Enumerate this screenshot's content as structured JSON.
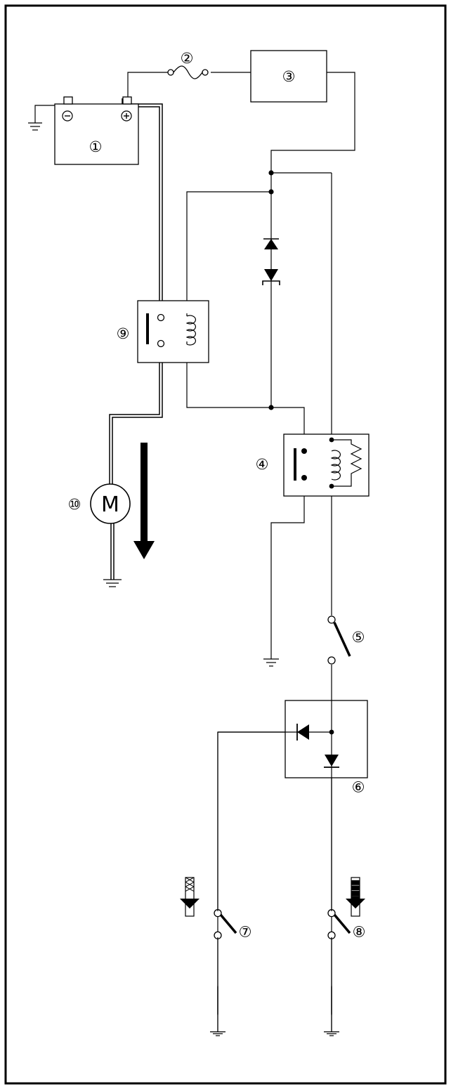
{
  "labels": {
    "battery": "①",
    "fuse": "②",
    "block3": "③",
    "relay4": "④",
    "switch5": "⑤",
    "unit6": "⑥",
    "switch7": "⑦",
    "switch8": "⑧",
    "relay9": "⑨",
    "motor10": "⑩"
  },
  "symbols": {
    "battery_negative": "−",
    "battery_positive": "+",
    "motor": "M"
  }
}
